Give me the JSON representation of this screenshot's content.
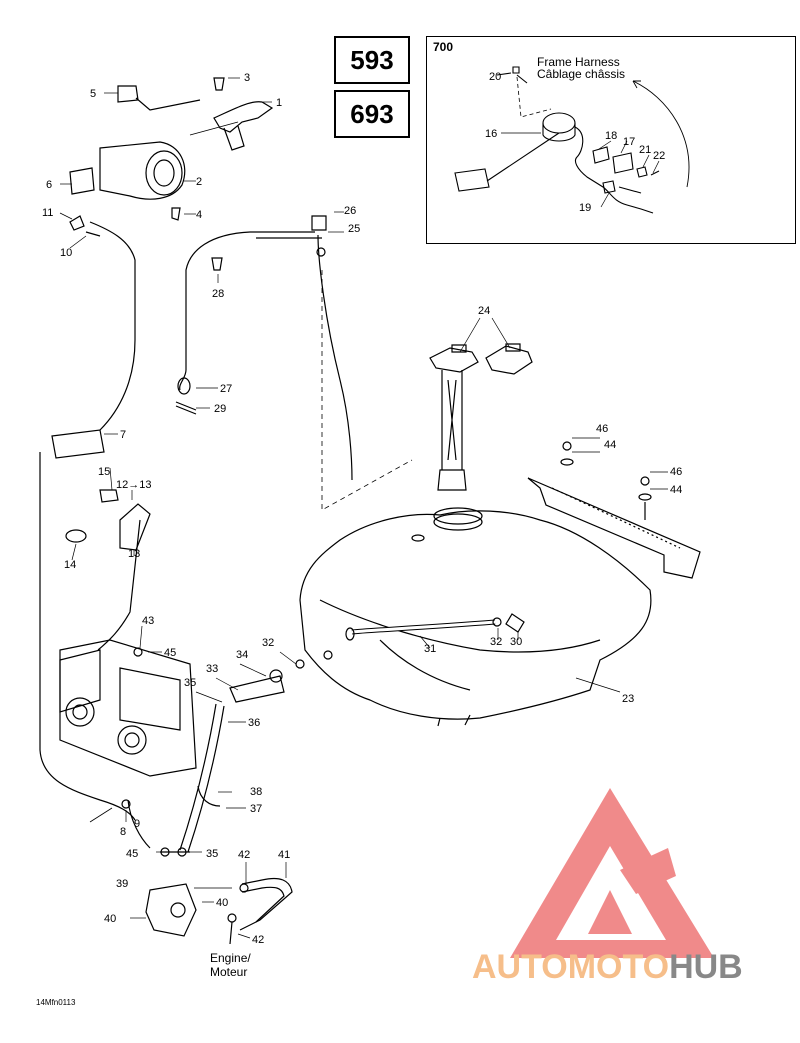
{
  "models": [
    "593",
    "693"
  ],
  "inset": {
    "id": "700",
    "harness_en": "Frame Harness",
    "harness_fr": "Câblage châssis"
  },
  "engine_label": [
    "Engine/",
    "Moteur"
  ],
  "ref_code": "14Mfn0113",
  "callouts": {
    "c1": "1",
    "c2": "2",
    "c3": "3",
    "c4": "4",
    "c5": "5",
    "c6": "6",
    "c7": "7",
    "c8": "8",
    "c9": "9",
    "c10": "10",
    "c11": "11",
    "c12": "12→13",
    "c13": "13",
    "c14": "14",
    "c15": "15",
    "c16": "16",
    "c17": "17",
    "c18": "18",
    "c19": "19",
    "c20": "20",
    "c21": "21",
    "c22": "22",
    "c23": "23",
    "c24": "24",
    "c25": "25",
    "c26": "26",
    "c27": "27",
    "c28": "28",
    "c29": "29",
    "c30": "30",
    "c31": "31",
    "c32a": "32",
    "c32b": "32",
    "c33": "33",
    "c34": "34",
    "c35a": "35",
    "c35b": "35",
    "c36": "36",
    "c37": "37",
    "c38": "38",
    "c39": "39",
    "c40a": "40",
    "c40b": "40",
    "c41": "41",
    "c42a": "42",
    "c42b": "42",
    "c43": "43",
    "c44a": "44",
    "c44b": "44",
    "c45a": "45",
    "c45b": "45",
    "c46a": "46",
    "c46b": "46"
  },
  "watermark": {
    "part1": "AUTOMOTO",
    "part2": "HUB",
    "color_logo": "#f08a8a"
  }
}
